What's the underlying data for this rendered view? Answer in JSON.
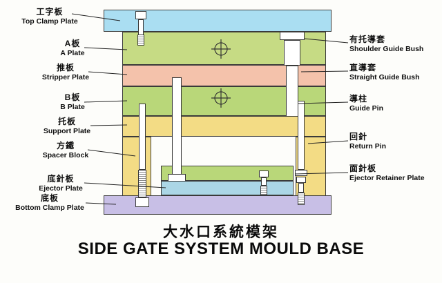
{
  "title": {
    "zh": "大水口系統模架",
    "en": "SIDE GATE SYSTEM MOULD BASE"
  },
  "left_labels": [
    {
      "zh": "工字板",
      "en": "Top Clamp Plate"
    },
    {
      "zh": "A板",
      "en": "A Plate"
    },
    {
      "zh": "推板",
      "en": "Stripper Plate"
    },
    {
      "zh": "B板",
      "en": "B Plate"
    },
    {
      "zh": "托板",
      "en": "Support Plate"
    },
    {
      "zh": "方鐵",
      "en": "Spacer Block"
    },
    {
      "zh": "底針板",
      "en": "Ejector Plate"
    },
    {
      "zh": "底板",
      "en": "Bottom Clamp Plate"
    }
  ],
  "right_labels": [
    {
      "zh": "有托導套",
      "en": "Shoulder Guide Bush"
    },
    {
      "zh": "直導套",
      "en": "Straight Guide Bush"
    },
    {
      "zh": "導柱",
      "en": "Guide Pin"
    },
    {
      "zh": "回針",
      "en": "Return Pin"
    },
    {
      "zh": "面針板",
      "en": "Ejector Retainer Plate"
    }
  ],
  "colors": {
    "top_clamp_plate": "#aadef2",
    "a_plate": "#c6db84",
    "stripper_plate": "#f4c2ab",
    "b_plate": "#b9d779",
    "support_plate": "#f3dc85",
    "spacer_block": "#f3dc85",
    "ejector_retainer_plate": "#b9d779",
    "ejector_plate": "#abd6e6",
    "bottom_clamp_plate": "#c8bfe6",
    "pin": "#ffffff",
    "outline": "#3a3a3a"
  }
}
